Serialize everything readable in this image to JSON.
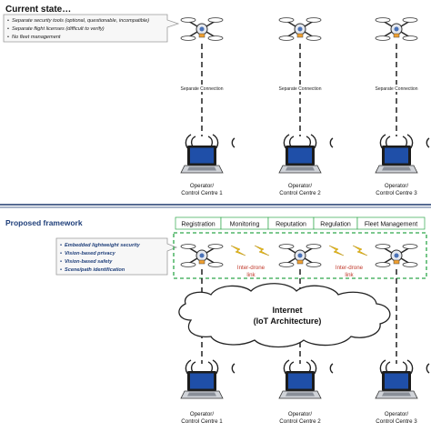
{
  "current": {
    "heading": "Current state…",
    "notes": [
      "Separate security tools (optional, questionable, incompatible)",
      "Separate flight licenses (difficult to verify)",
      "No fleet management"
    ],
    "connection_label": "Separate Connection",
    "operators": [
      [
        "Operator/",
        "Control Centre 1"
      ],
      [
        "Operator/",
        "Control Centre 2"
      ],
      [
        "Operator/",
        "Control Centre 3"
      ]
    ]
  },
  "proposed": {
    "heading": "Proposed framework",
    "features": [
      "Embedded lightweight security",
      "Vision-based privacy",
      "Vision-based safety",
      "Scene/path identification"
    ],
    "services": [
      "Registration",
      "Monitoring",
      "Reputation",
      "Regulation",
      "Fleet Management"
    ],
    "inter_drone_link": [
      "Inter-drone",
      "link"
    ],
    "internet_label": [
      "Internet",
      "(IoT Architecture)"
    ],
    "operators": [
      [
        "Operator/",
        "Control Centre 1"
      ],
      [
        "Operator/",
        "Control Centre 2"
      ],
      [
        "Operator/",
        "Control Centre 3"
      ]
    ]
  },
  "colors": {
    "accent_blue": "#1f3f7a",
    "green": "#2ea84a",
    "link_yellow": "#f2c419",
    "divider": "#1e3a6e"
  },
  "icons": {
    "drone": "quadcopter-drone-icon",
    "laptop": "laptop-wireless-icon",
    "link": "lightning-bolt-icon",
    "cloud": "cloud-icon"
  }
}
